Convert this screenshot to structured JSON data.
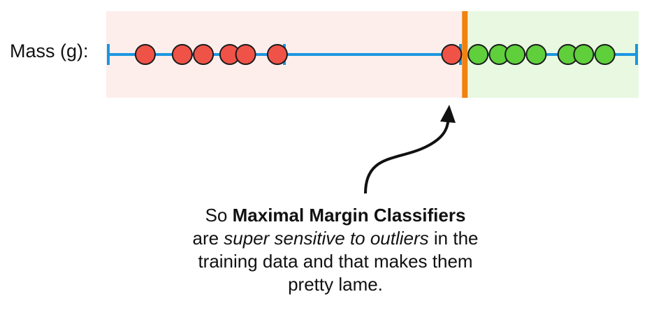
{
  "axis": {
    "label": "Mass (g):",
    "tick_count": 4
  },
  "classes": {
    "left": {
      "color": "#ef5348",
      "region_color": "#fdeeec"
    },
    "right": {
      "color": "#5fcf3c",
      "region_color": "#e8f8e1"
    }
  },
  "threshold": {
    "color": "#f0820f"
  },
  "line_color": "#1b96e0",
  "points": {
    "red": [
      0.07,
      0.14,
      0.18,
      0.23,
      0.26,
      0.32,
      0.65
    ],
    "green": [
      0.7,
      0.74,
      0.77,
      0.81,
      0.87,
      0.9,
      0.94
    ]
  },
  "threshold_position": 0.675,
  "caption": {
    "prefix": "So ",
    "bold": "Maximal Margin Classifiers",
    "line2_a": "are ",
    "line2_italic": "super sensitive to outliers",
    "line2_b": " in the",
    "line3": "training data and that makes them",
    "line4": "pretty lame."
  }
}
